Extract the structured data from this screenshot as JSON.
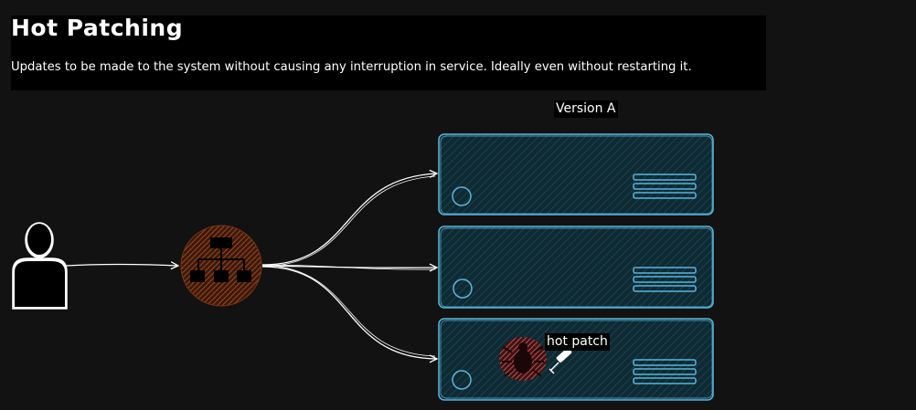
{
  "header": {
    "title": "Hot Patching",
    "subtitle": "Updates to be made to the system without causing any interruption in service. Ideally even without restarting it."
  },
  "diagram": {
    "version_label": "Version A",
    "hot_patch_label": "hot patch"
  },
  "colors": {
    "server_stroke": "#5ab4da",
    "server_fill": "#0f2a33",
    "load_balancer_fill": "#7a3414",
    "bug_fill": "#b43c3c",
    "arrow": "#ffffff"
  }
}
